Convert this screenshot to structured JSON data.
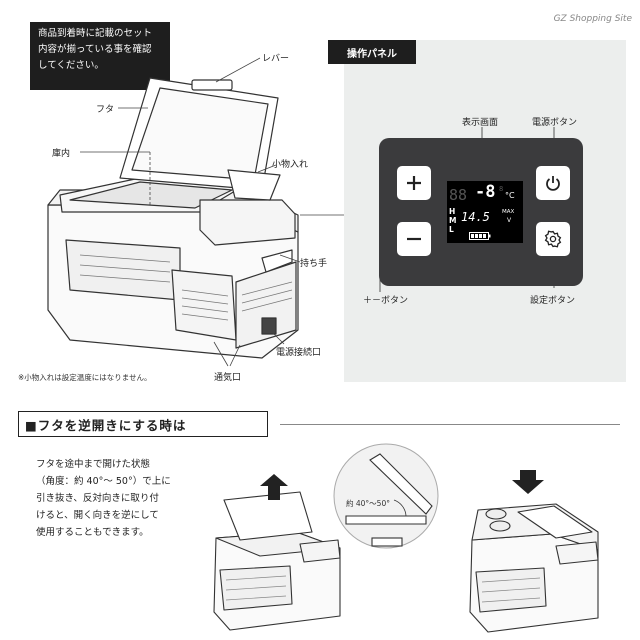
{
  "notice": {
    "lines": [
      "商品到着時に記載のセット",
      "内容が揃っている事を確認",
      "してください。"
    ]
  },
  "watermark": "GZ Shopping Site",
  "labels": {
    "lever": "レバー",
    "lid": "フタ",
    "inside": "庫内",
    "compartment": "小物入れ",
    "handle": "持ち手",
    "power_port": "電源接続口",
    "vent": "通気口",
    "footnote": "※小物入れは設定温度にはなりません。"
  },
  "panel": {
    "title": "操作パネル",
    "display_label": "表示画面",
    "power_button_label": "電源ボタン",
    "plus_minus_label": "＋－ボタン",
    "settings_button_label": "設定ボタン",
    "lcd": {
      "main_value": "-8",
      "main_unit": "°C",
      "sub_value": "14.5",
      "sub_unit": "V",
      "max_tag": "MAX",
      "levels": [
        "H",
        "M",
        "L"
      ]
    },
    "colors": {
      "panel_bg": "#3b3b3d",
      "lcd_bg": "#000000",
      "lcd_on": "#ffffff",
      "lcd_off": "#555555"
    }
  },
  "section": {
    "title": "■フタを逆開きにする時は",
    "description": [
      "フタを途中まで開けた状態",
      "（角度：約 40°～ 50°）で上に",
      "引き抜き、反対向きに取り付",
      "けると、開く向きを逆にして",
      "使用することもできます。"
    ],
    "angle_label": "約 40°～50°"
  },
  "icons": [
    "plus-icon",
    "minus-icon",
    "power-icon",
    "gear-icon",
    "up-arrow-icon",
    "down-arrow-icon"
  ]
}
